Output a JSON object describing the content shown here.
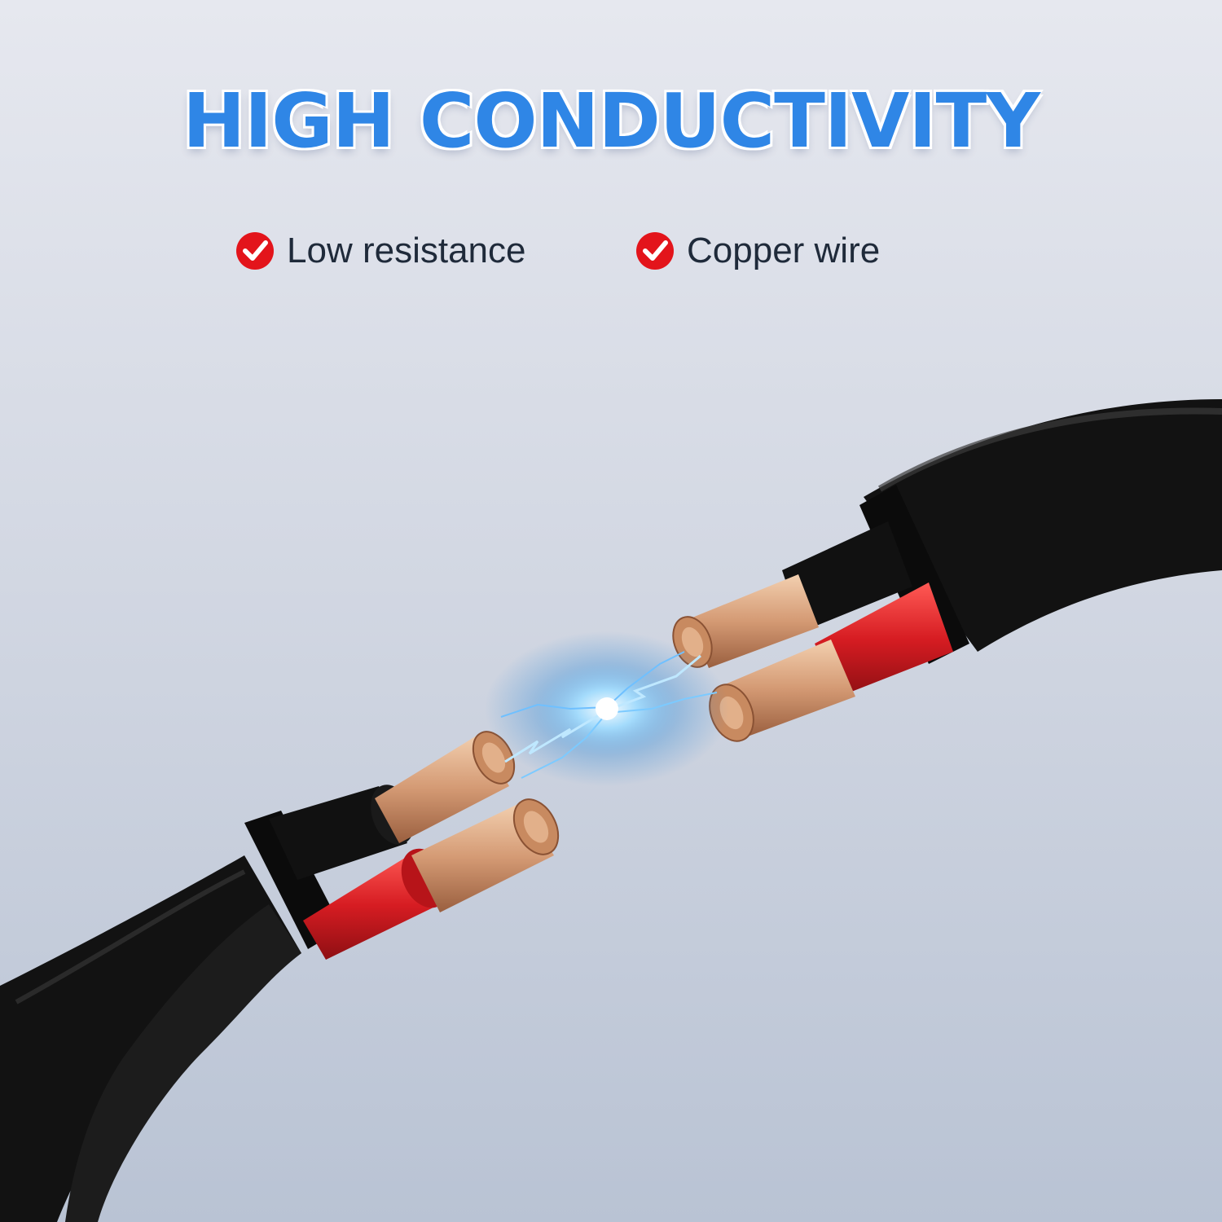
{
  "headline": "HIGH CONDUCTIVITY",
  "features": [
    {
      "label": "Low resistance",
      "icon": "red-check-circle-icon"
    },
    {
      "label": "Copper wire",
      "icon": "red-check-circle-icon"
    }
  ],
  "colors": {
    "headline": "#2f86e6",
    "check": "#e3141b",
    "cable_jacket": "#141414",
    "red_insulation": "#d81f24",
    "copper": "#d9a07a",
    "spark": "#8fd4ff"
  }
}
